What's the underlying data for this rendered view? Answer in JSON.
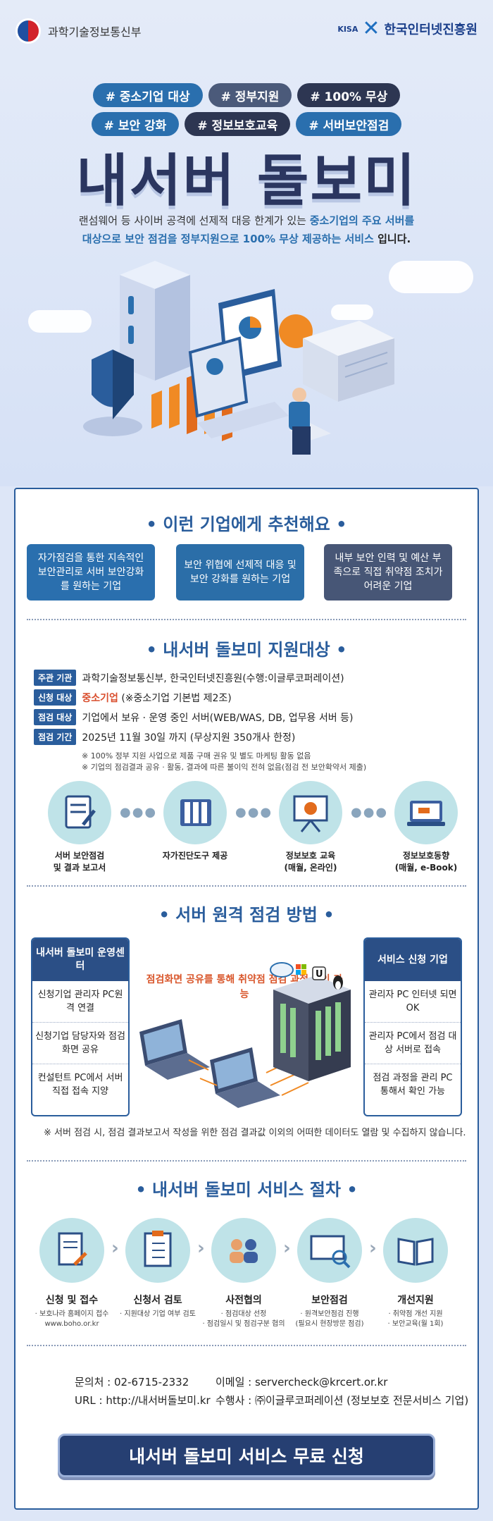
{
  "header": {
    "ministry": "과학기술정보통신부",
    "kisa_mark": "KISA",
    "agency": "한국인터넷진흥원"
  },
  "hero": {
    "tags_row1": [
      "# 중소기업 대상",
      "# 정부지원",
      "# 100% 무상"
    ],
    "tags_row2": [
      "# 보안 강화",
      "# 정보보호교육",
      "# 서버보안점검"
    ],
    "title": "내서버 돌보미",
    "desc_line1_a": "랜섬웨어 등 사이버 공격에 선제적 대응 한계가 있는 ",
    "desc_line1_b": "중소기업의 주요 서버를",
    "desc_line2_a": "대상으로 보안 점검을 정부지원으로 100% 무상 제공하는 서비스",
    "desc_line2_b": " 입니다."
  },
  "recommend": {
    "title": "• 이런 기업에게 추천해요 •",
    "items": [
      "자가점검을 통한 지속적인 보안관리로 서버 보안강화를 원하는 기업",
      "보안 위협에 선제적 대응 및 보안 강화를 원하는 기업",
      "내부 보안 인력 및 예산 부족으로 직접 취약점 조치가 어려운 기업"
    ]
  },
  "target": {
    "title": "• 내서버 돌보미 지원대상 •",
    "rows": [
      {
        "key": "주관 기관",
        "value": "과학기술정보통신부, 한국인터넷진흥원(수행:이글루코퍼레이션)"
      },
      {
        "key": "신청 대상",
        "accent": "중소기업",
        "value": " (※중소기업 기본법 제2조)"
      },
      {
        "key": "점검 대상",
        "value": "기업에서 보유 · 운영 중인 서버(WEB/WAS, DB, 업무용 서버 등)"
      },
      {
        "key": "점검 기간",
        "value": "2025년 11월 30일 까지 (무상지원 350개사 한정)"
      }
    ],
    "notes": [
      "※ 100% 정부 지원 사업으로 제품 구매 권유 및 별도 마케팅 활동 없음",
      "※ 기업의 점검결과 공유 · 활동, 결과에 따른 불이익 전혀 없음(점검 전 보안확약서 제출)"
    ],
    "benefits": [
      {
        "line1": "서버 보안점검",
        "line2": "및 결과 보고서",
        "icon": "document-pen-icon"
      },
      {
        "line1": "자가진단도구 제공",
        "line2": "",
        "icon": "binder-icon"
      },
      {
        "line1": "정보보호 교육",
        "line2": "(매월, 온라인)",
        "icon": "presentation-board-icon"
      },
      {
        "line1": "정보보호동향",
        "line2": "(매월, e-Book)",
        "icon": "laptop-icon"
      }
    ]
  },
  "method": {
    "title": "• 서버 원격 점검 방법 •",
    "left_box": {
      "header": "내서버 돌보미 운영센터",
      "items": [
        "신청기업 관리자 PC원격 연결",
        "신청기업 담당자와 점검 화면 공유",
        "컨설턴트 PC에서 서버 직접 접속 지양"
      ]
    },
    "right_box": {
      "header": "서비스 신청 기업",
      "items": [
        "관리자 PC 인터넷 되면 OK",
        "관리자 PC에서 점검 대상 서버로 접속",
        "점검 과정을 관리 PC 통해서 확인 가능"
      ]
    },
    "center_note": "점검화면 공유를 통해 취약점 점검 과정 확인 가능",
    "footnote": "※ 서버 점검 시, 점검 결과보고서 작성을 위한 점검 결과값 이외의 어떠한 데이터도 열람 및 수집하지 않습니다."
  },
  "process": {
    "title": "• 내서버 돌보미 서비스 절차 •",
    "steps": [
      {
        "title": "신청 및 접수",
        "sub1": "· 보호나라 홈페이지 접수",
        "sub2": "www.boho.or.kr",
        "icon": "application-form-icon"
      },
      {
        "title": "신청서 검토",
        "sub1": "· 지원대상 기업 여부 검토",
        "sub2": "",
        "icon": "checklist-icon"
      },
      {
        "title": "사전협의",
        "sub1": "· 점검대상 선정",
        "sub2": "· 점검일시 및 점검구분 협의",
        "icon": "people-icon"
      },
      {
        "title": "보안점검",
        "sub1": "· 원격보안점검 진행",
        "sub2": "(필요시 현장방문 점검)",
        "icon": "monitor-search-icon"
      },
      {
        "title": "개선지원",
        "sub1": "· 취약점 개선 지원",
        "sub2": "· 보안교육(월 1회)",
        "icon": "book-icon"
      }
    ]
  },
  "contact": {
    "phone": "문의처 : 02-6715-2332",
    "url": "URL : http://내서버돌보미.kr",
    "email": "이메일 : servercheck@krcert.or.kr",
    "operator": "수행사 : ㈜이글루코퍼레이션 (정보보호 전문서비스 기업)"
  },
  "cta": {
    "label": "내서버 돌보미 서비스 무료 신청"
  },
  "colors": {
    "primary": "#2a5d9c",
    "accent": "#d94d2c",
    "mint": "#bfe3e8",
    "navy": "#263f72"
  }
}
